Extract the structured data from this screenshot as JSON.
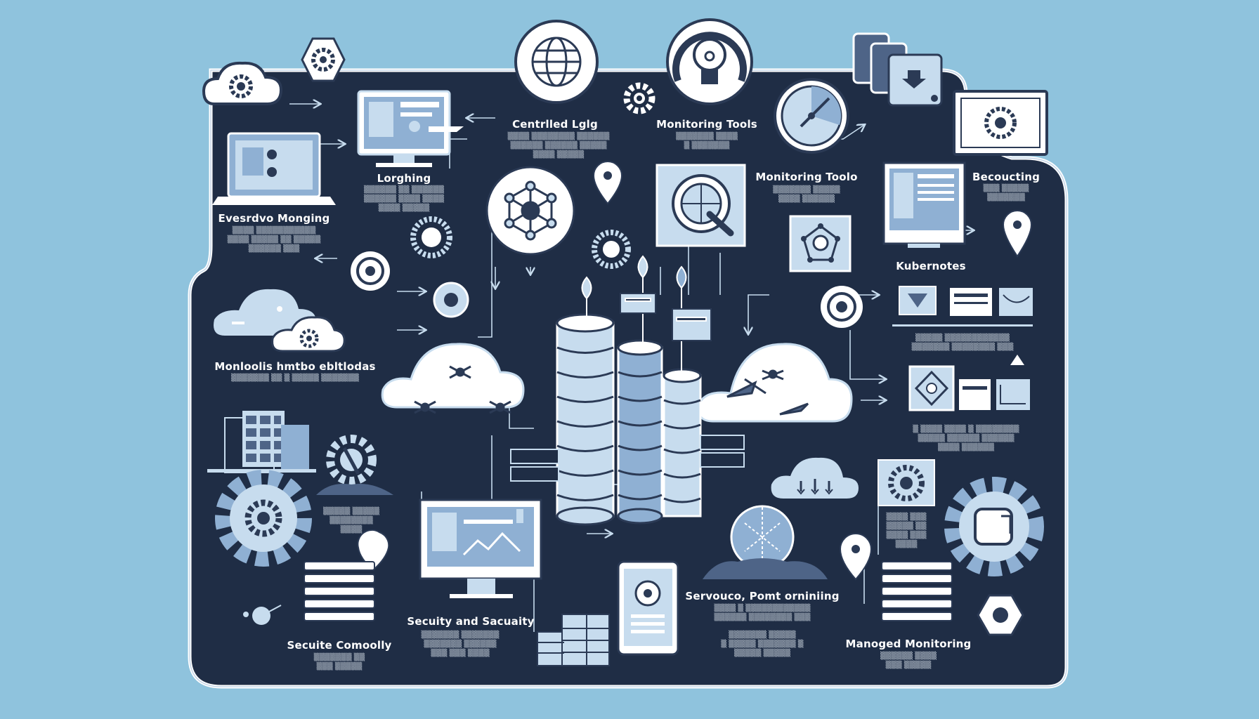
{
  "colors": {
    "background": "#8fc3dd",
    "panel": "#1f2d45",
    "panel_border": "#ffffff",
    "light_fill": "#c7dcee",
    "mid_fill": "#8fb0d3",
    "icon_dark": "#2b3a55",
    "white": "#ffffff"
  },
  "labels": {
    "centralized_log": "Centrlled Lglg",
    "monitoring_tools_top": "Monitoring Tools",
    "monitoring_tools_mid": "Monitoring Toolo",
    "logging": "Lorghing",
    "becoucting": "Becoucting",
    "everyday_monitoring": "Evesrdvo Monging",
    "kubernetes": "Kubernotes",
    "monitoring_middle": "Monloolis hmtbo ebltlodas",
    "servuco_monitoring": "Servouco, Pomt orniniing",
    "security": "Secuity and Sacuaity",
    "securite_complexity": "Secuite Comoolly",
    "managed_monitoring": "Manoged Monitoring"
  },
  "icons": [
    "globe-icon",
    "lightbulb-icon",
    "gear-icon",
    "cloud-gear-icon",
    "hexagon-gear-icon",
    "laptop-icon",
    "monitor-icon",
    "clock-icon",
    "server-block-icon",
    "database-icon",
    "network-hub-icon",
    "target-icon",
    "location-pin-icon",
    "cloud-icon",
    "tablet-icon",
    "hexagon-nut-icon"
  ]
}
